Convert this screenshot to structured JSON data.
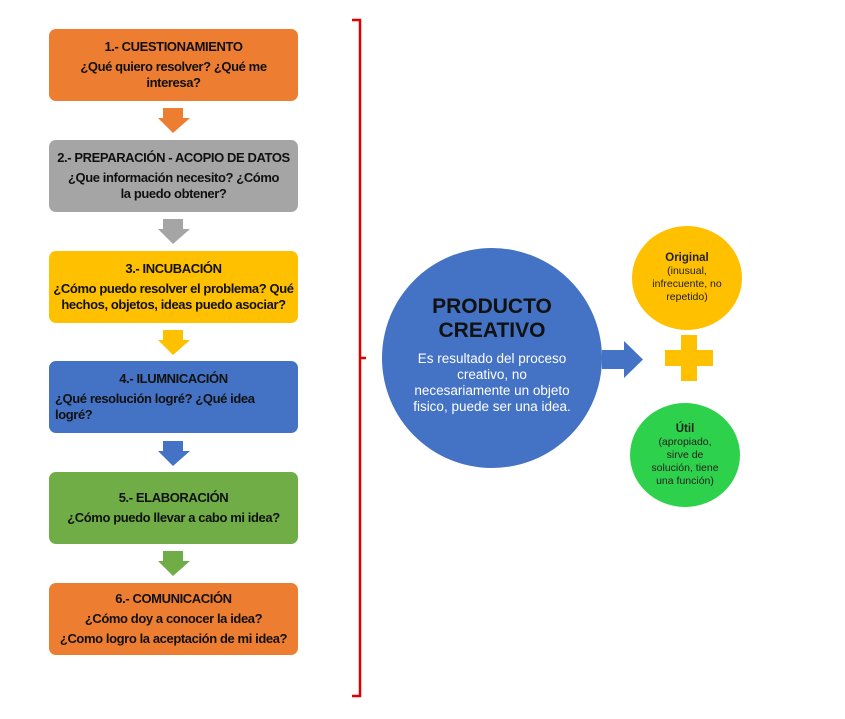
{
  "steps": [
    {
      "title": "1.- CUESTIONAMIENTO",
      "question": "¿Qué quiero resolver? ¿Qué me interesa?",
      "color": "#ed7d31"
    },
    {
      "title": "2.- PREPARACIÓN - ACOPIO DE DATOS",
      "question": "¿Que información necesito? ¿Cómo la puedo obtener?",
      "color": "#a5a5a5"
    },
    {
      "title": "3.- INCUBACIÓN",
      "question": "¿Cómo puedo resolver el problema? Qué hechos, objetos, ideas puedo asociar?",
      "color": "#ffc000"
    },
    {
      "title": "4.- ILUMNICACIÓN",
      "question": "¿Qué resolución logré? ¿Qué idea logré?",
      "color": "#4472c4"
    },
    {
      "title": "5.- ELABORACIÓN",
      "question": "¿Cómo puedo llevar a cabo mi idea?",
      "color": "#70ad47"
    },
    {
      "title": "6.- COMUNICACIÓN",
      "question": "¿Cómo doy a conocer la idea?",
      "question2": "¿Como logro la aceptación de mi idea?",
      "color": "#ed7d31"
    }
  ],
  "arrow_colors": [
    "#ed7d31",
    "#a5a5a5",
    "#ffc000",
    "#4472c4",
    "#70ad47"
  ],
  "bracket_color": "#e00000",
  "product": {
    "title_line1": "PRODUCTO",
    "title_line2": "CREATIVO",
    "description": "Es resultado del proceso creativo, no necesariamente un objeto fisico, puede ser una idea.",
    "color": "#4472c4"
  },
  "qualities": {
    "original": {
      "title": "Original",
      "description": "(inusual, infrecuente,  no repetido)",
      "color": "#ffc000"
    },
    "util": {
      "title": "Útil",
      "description": "(apropiado, sirve de solución, tiene una función)",
      "color": "#2ed14b"
    }
  },
  "right_arrow_color": "#4472c4",
  "plus_color": "#ffc000"
}
